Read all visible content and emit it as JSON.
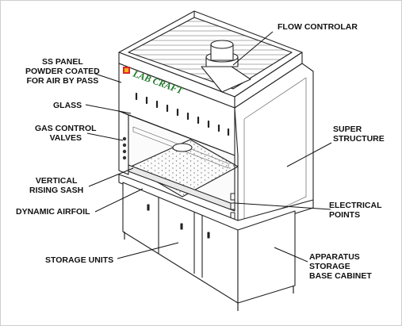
{
  "brand": {
    "logo_text": "LAB CRAFT",
    "logo_color": "#1f7a2a",
    "logo_mark_colors": [
      "#d9262b",
      "#f2b21a"
    ]
  },
  "labels": {
    "flow_controller": "FLOW CONTROLAR",
    "ss_panel": [
      "SS PANEL",
      "POWDER COATED",
      "FOR AIR BY PASS"
    ],
    "glass": "GLASS",
    "gas_control": [
      "GAS CONTROL",
      "VALVES"
    ],
    "super_structure": [
      "SUPER",
      "STRUCTURE"
    ],
    "vertical_sash": [
      "VERTICAL",
      "RISING SASH"
    ],
    "dynamic_airfoil": "DYNAMIC AIRFOIL",
    "electrical_points": [
      "ELECTRICAL",
      "POINTS"
    ],
    "storage_units": "STORAGE UNITS",
    "base_cabinet": [
      "APPARATUS",
      "STORAGE",
      "BASE CABINET"
    ]
  }
}
